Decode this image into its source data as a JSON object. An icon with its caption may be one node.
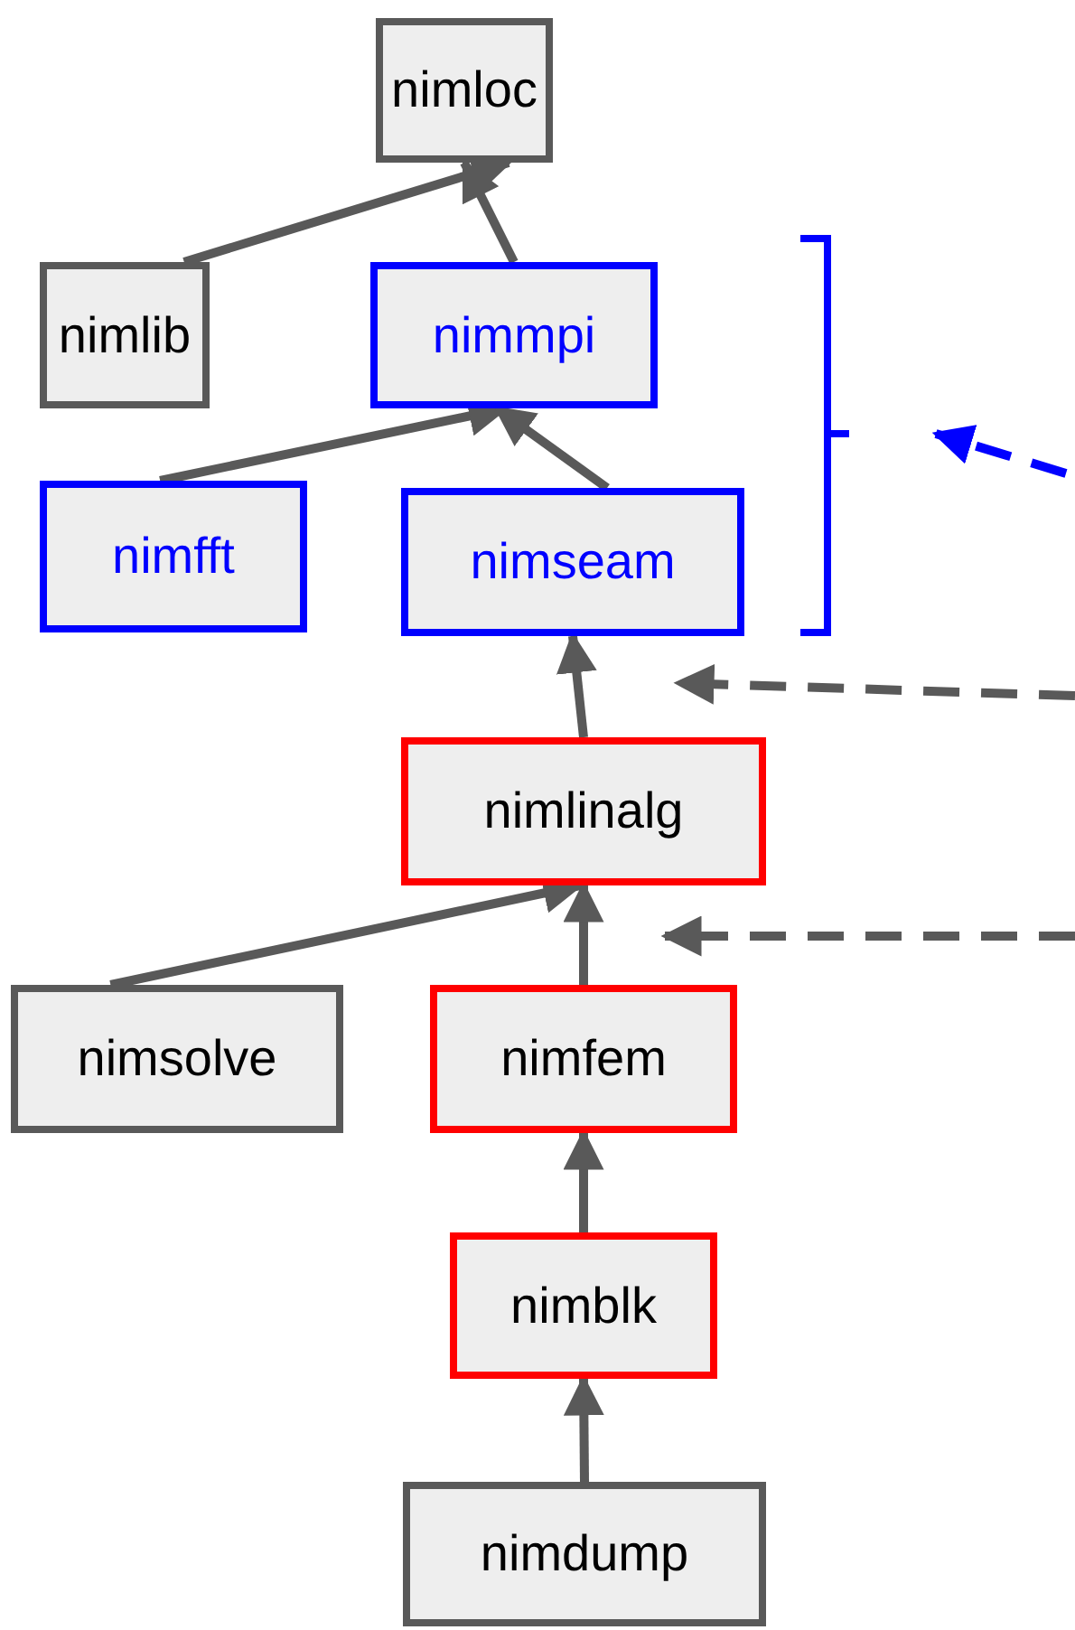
{
  "diagram": {
    "nodes": [
      {
        "text": [
          "nimloc"
        ]
      },
      {
        "text": [
          "nimlib"
        ]
      },
      {
        "text": [
          "nimmpi"
        ]
      },
      {
        "text": [
          "nimfft"
        ]
      },
      {
        "text": [
          "nimseam"
        ]
      },
      {
        "text": [
          "nimlinalg"
        ]
      },
      {
        "text": [
          "nimsolve"
        ]
      },
      {
        "text": [
          "nimfem"
        ]
      },
      {
        "text": [
          "nimblk"
        ]
      },
      {
        "text": [
          "nimdump"
        ]
      }
    ],
    "edges": [
      {
        "from": 1,
        "to": 0,
        "arrow": "to"
      },
      {
        "from": 2,
        "to": 0,
        "arrow": "to"
      },
      {
        "from": 3,
        "to": 2,
        "arrow": "to"
      },
      {
        "from": 4,
        "to": 2,
        "arrow": "to"
      },
      {
        "from": 5,
        "to": 4,
        "arrow": "to"
      },
      {
        "from": 6,
        "to": 5,
        "arrow": "to"
      },
      {
        "from": 7,
        "to": 5,
        "arrow": "to"
      },
      {
        "from": 8,
        "to": 7,
        "arrow": "to"
      },
      {
        "from": 9,
        "to": 8,
        "arrow": "to"
      }
    ]
  }
}
